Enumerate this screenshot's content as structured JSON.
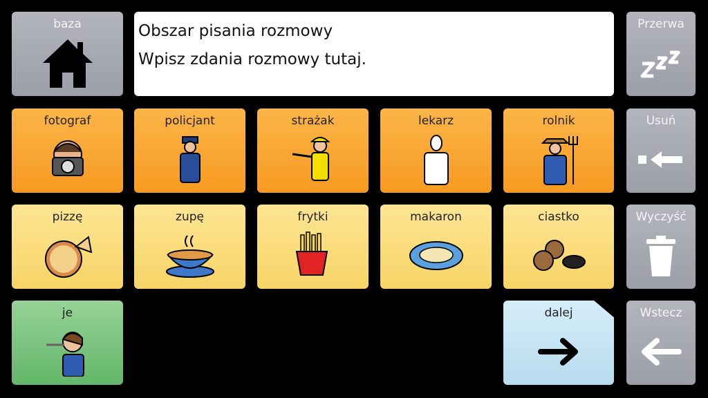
{
  "message_area": {
    "line1": "Obszar pisania rozmowy",
    "line2": "Wpisz zdania rozmowy tutaj."
  },
  "buttons": {
    "baza": "baza",
    "przerwa": "Przerwa",
    "usun": "Usuń",
    "wyczysc": "Wyczyść",
    "wstecz": "Wstecz",
    "dalej": "dalej",
    "fotograf": "fotograf",
    "policjant": "policjant",
    "strazak": "strażak",
    "lekarz": "lekarz",
    "rolnik": "rolnik",
    "pizze": "pizzę",
    "zupe": "zupę",
    "frytki": "frytki",
    "makaron": "makaron",
    "ciastko": "ciastko",
    "je": "je"
  },
  "colors": {
    "gray": "#a6a8b0",
    "orange": "#f9a531",
    "yellow": "#f9dc7c",
    "green": "#7cc47f",
    "blue": "#c6e5f4"
  }
}
